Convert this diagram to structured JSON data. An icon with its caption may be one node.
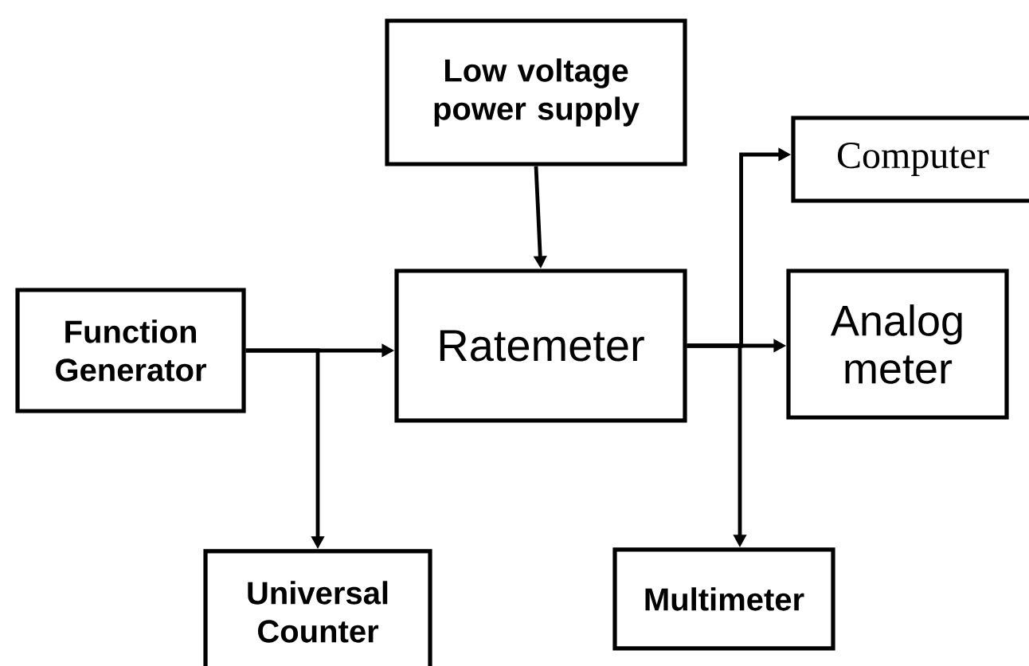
{
  "diagram": {
    "nodes": [
      {
        "text": [
          "Low voltage power supply"
        ]
      },
      {
        "text": [
          "Computer"
        ]
      },
      {
        "text": [
          "Function Generator"
        ]
      },
      {
        "text": [
          "Ratemeter"
        ]
      },
      {
        "text": [
          "Analog meter"
        ]
      },
      {
        "text": [
          "Universal Counter"
        ]
      },
      {
        "text": [
          "Multimeter"
        ]
      }
    ],
    "edges": [
      {
        "from": 0,
        "to": 3,
        "arrow": "to"
      },
      {
        "from": 2,
        "to": 3,
        "arrow": "to"
      },
      {
        "from": 2,
        "to": 5,
        "arrow": "to"
      },
      {
        "from": 3,
        "to": 1,
        "arrow": "to"
      },
      {
        "from": 3,
        "to": 4,
        "arrow": "to"
      },
      {
        "from": 3,
        "to": 6,
        "arrow": "to"
      }
    ]
  }
}
